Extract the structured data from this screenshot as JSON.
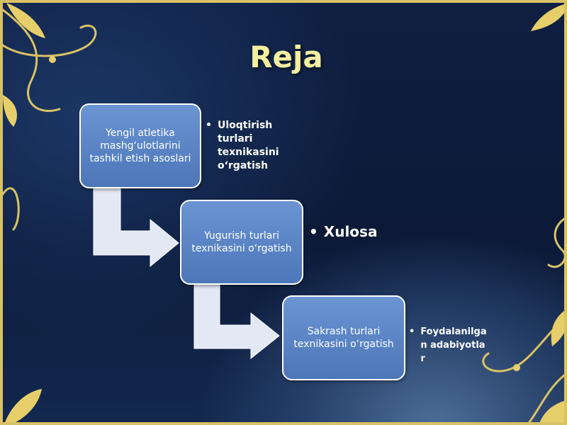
{
  "slide": {
    "title": "Reja",
    "boxes": [
      {
        "label": "Yengil atletika mashg‘ulotlarini tashkil etish asoslari"
      },
      {
        "label": "Yugurish turlari texnikasini oʻrgatish"
      },
      {
        "label": "Sakrash turlari texnikasini oʻrgatish"
      }
    ],
    "bullets": [
      {
        "marker": "•",
        "text": "Uloqtirish turlari texnikasini oʻrgatish"
      },
      {
        "marker": "•",
        "text": "Xulosa"
      },
      {
        "marker": "•",
        "text": "Foydalanilgan adabiyotlar"
      }
    ]
  },
  "colors": {
    "title": "#f4f0a0",
    "box_fill": "#5a86c8",
    "arrow_fill": "#e3e8f5",
    "border_gold": "#d9c266"
  }
}
